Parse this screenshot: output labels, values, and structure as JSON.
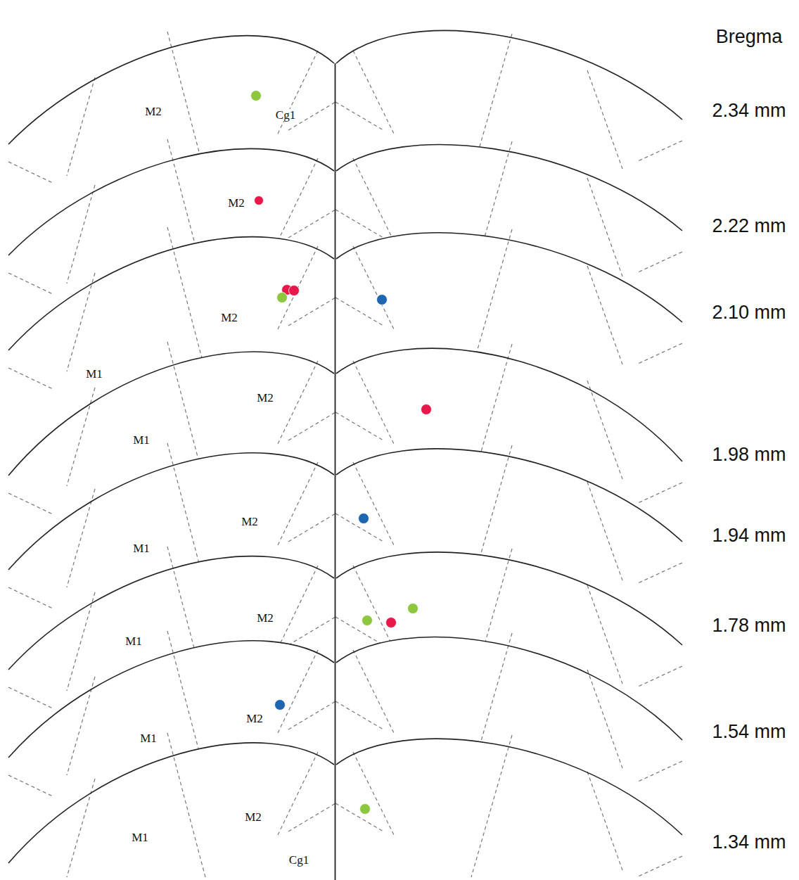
{
  "diagram": {
    "labels": [
      "Bregma",
      "2.34 mm",
      "M2",
      "Cg1",
      "M2",
      "2.22 mm",
      "2.10 mm",
      "M2",
      "M1",
      "M2",
      "M1",
      "1.98 mm",
      "M2",
      "1.94 mm",
      "M1",
      "M2",
      "1.78 mm",
      "M1",
      "M2",
      "1.54 mm",
      "M1",
      "M2",
      "M1",
      "1.34 mm",
      "Cg1"
    ]
  }
}
